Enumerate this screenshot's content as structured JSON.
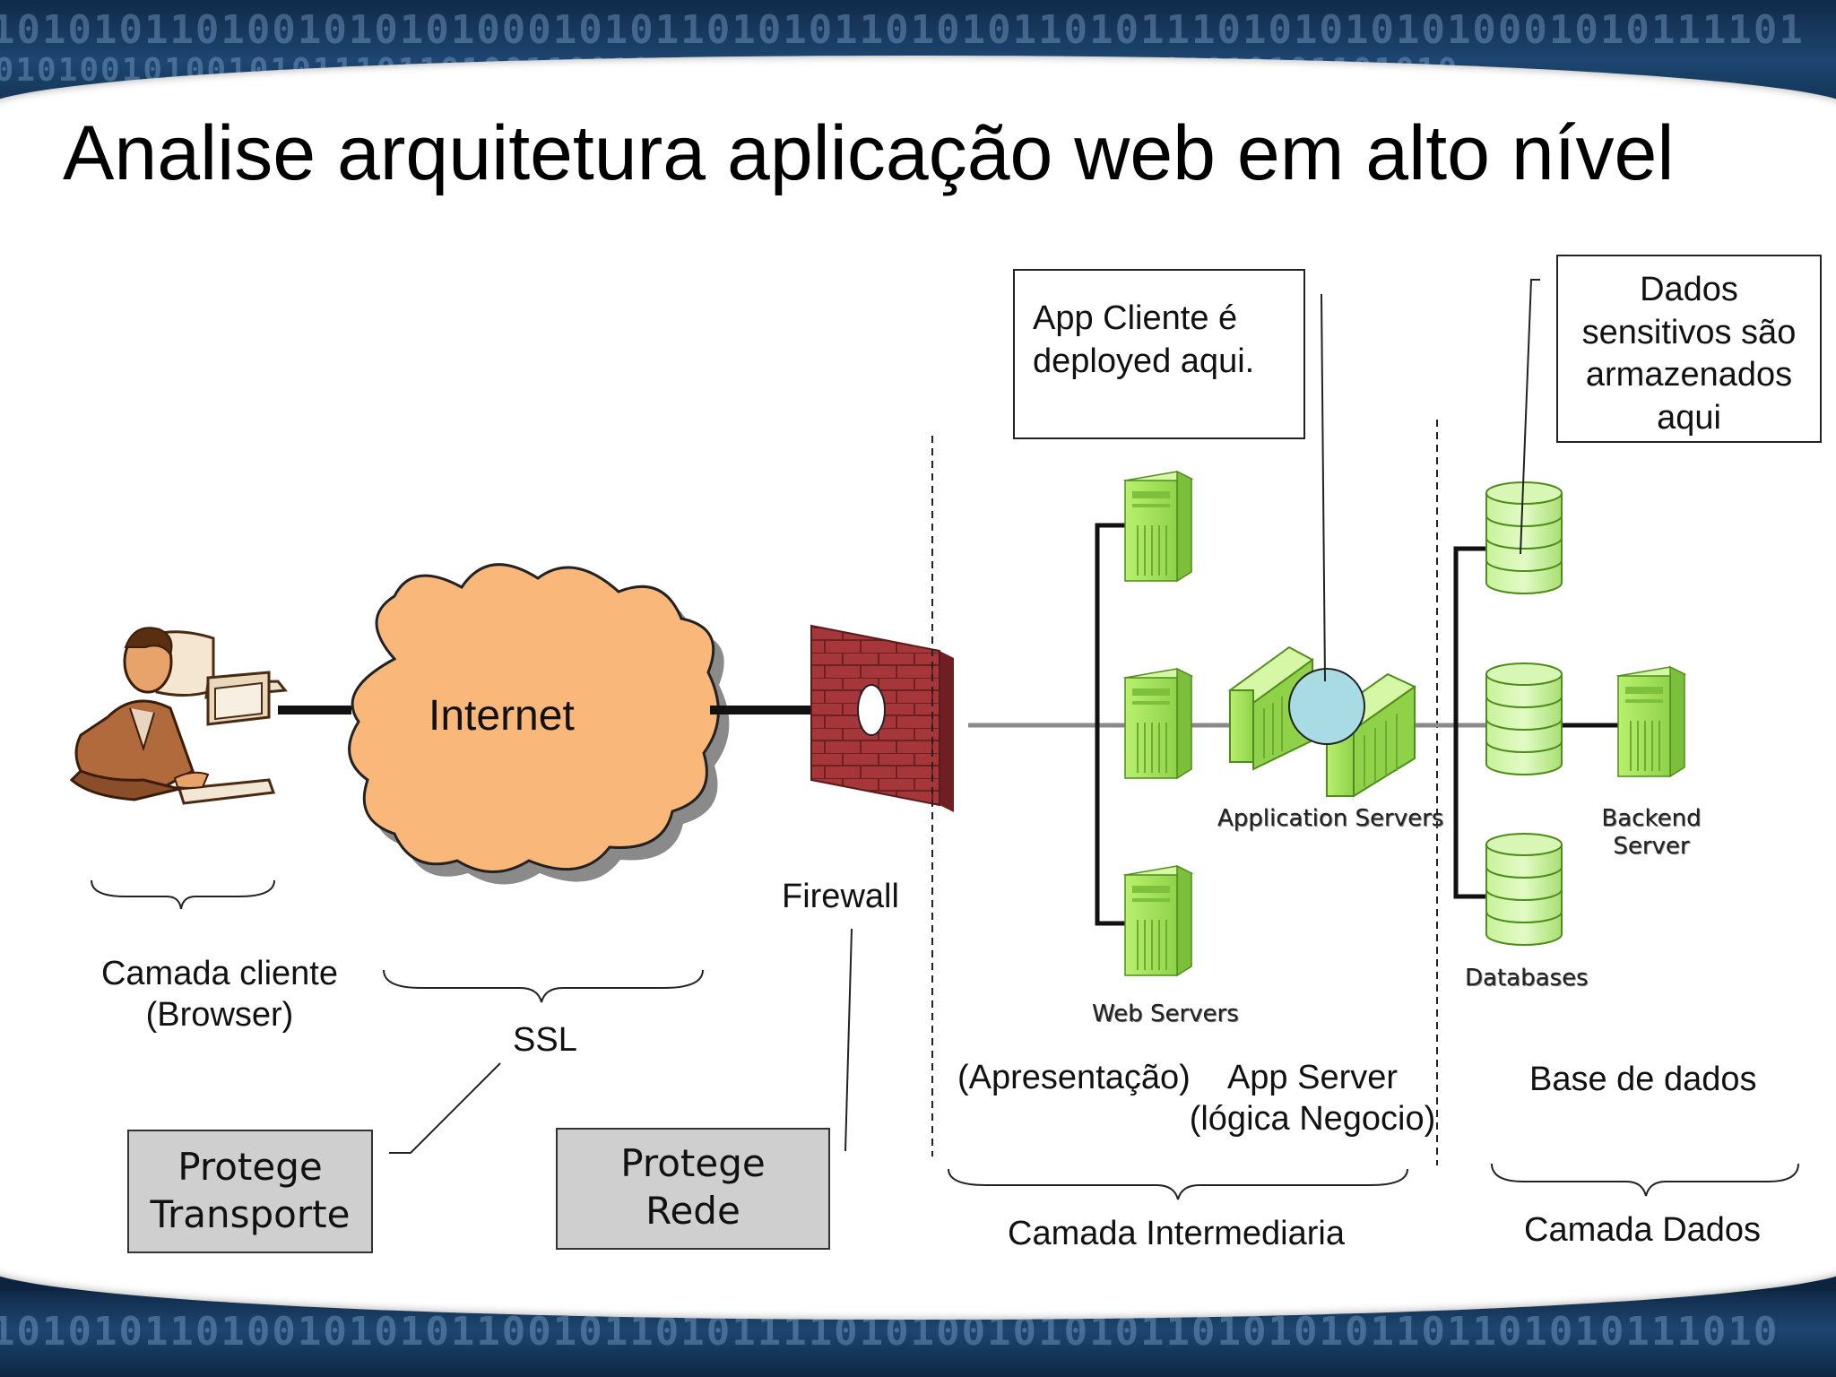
{
  "title": "Analise arquitetura aplicação web em alto nível",
  "background": {
    "bits_top_1": "10101011010010101010001010110101011010101101011101010101010001010111101",
    "bits_top_2": "1010100101001010111011010011001010100101011010111100100101010101101010",
    "bits_bottom": "1010101101001010101100101101011110101001010101101010101101101010111010"
  },
  "internet_label": "Internet",
  "firewall_label": "Firewall",
  "client_label": [
    "Camada cliente",
    "(Browser)"
  ],
  "ssl_label": "SSL",
  "protege_transporte": [
    "Protege",
    "Transporte"
  ],
  "protege_rede": [
    "Protege",
    "Rede"
  ],
  "callout_app": [
    "App Cliente é",
    "deployed aqui."
  ],
  "callout_dados": [
    "Dados",
    "sensitivos são",
    "armazenados",
    "aqui"
  ],
  "web_servers_label": "Web Servers",
  "app_servers_label": "Application Servers",
  "databases_label": "Databases",
  "backend_label": [
    "Backend",
    "Server"
  ],
  "apresentacao_label": "(Apresentação)",
  "app_server_label": [
    "App Server",
    "(lógica Negocio)"
  ],
  "base_dados_label": "Base de dados",
  "camada_intermediaria": "Camada Intermediaria",
  "camada_dados": "Camada Dados",
  "colors": {
    "cloud": "#f9b87a",
    "firewall": "#a5373a",
    "server_green": "#9be04e",
    "app_circle": "#a9dbe4",
    "gray_box": "#cfcfcf",
    "band": "#163759"
  },
  "icons": [
    "person-at-computer-icon",
    "cloud-icon",
    "firewall-icon",
    "server-icon",
    "database-icon"
  ]
}
